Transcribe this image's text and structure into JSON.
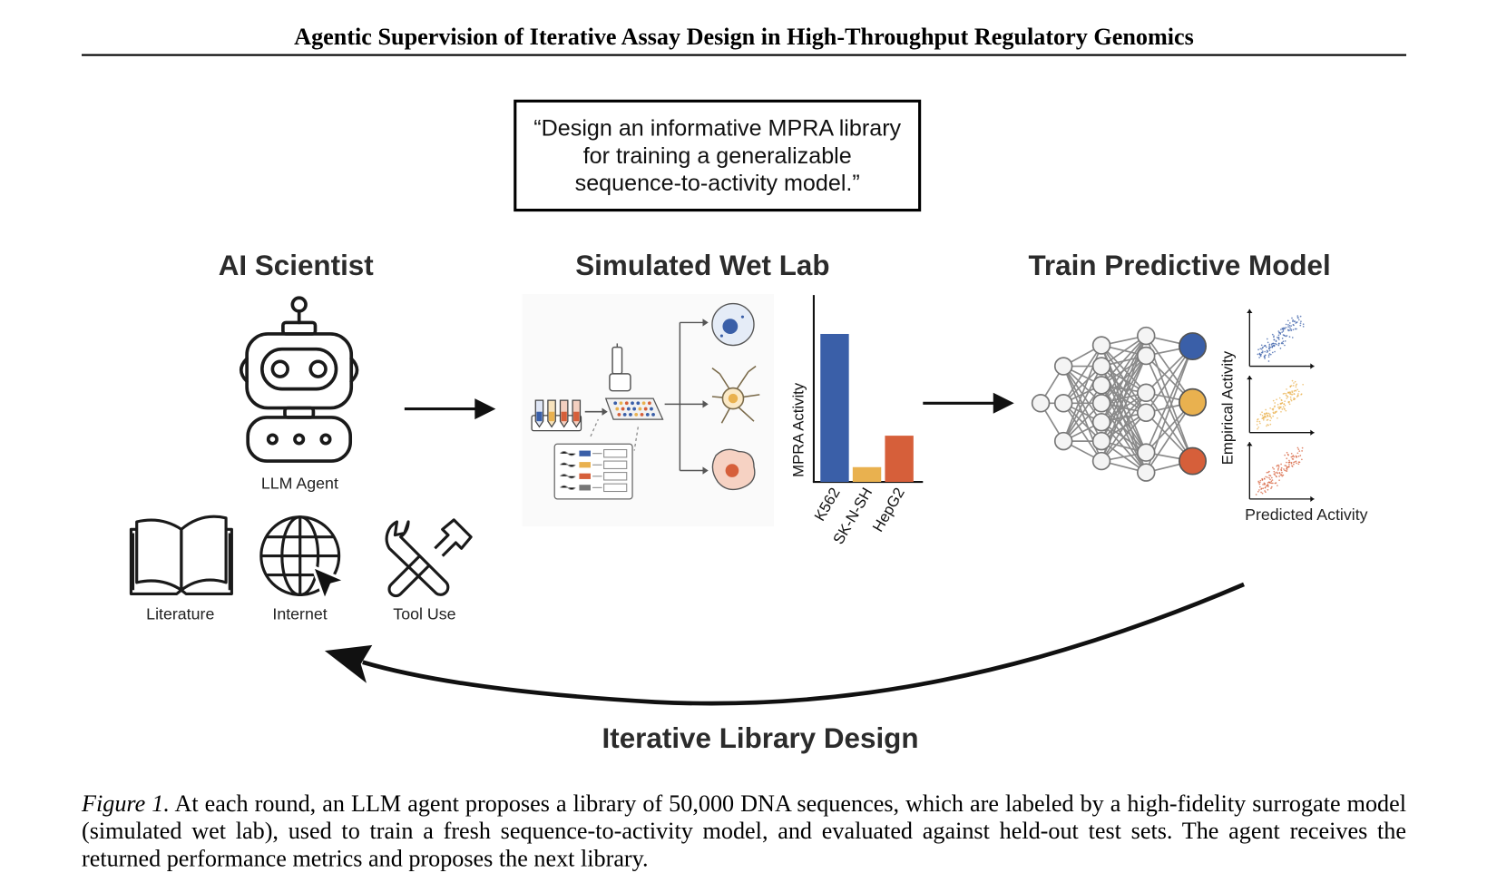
{
  "page": {
    "running_title": "Agentic Supervision of Iterative Assay Design in High-Throughput Regulatory Genomics"
  },
  "figure": {
    "prompt_quote": "“Design an informative MPRA library for training a generalizable sequence-to-activity model.”",
    "sections": {
      "ai_scientist": "AI Scientist",
      "wet_lab": "Simulated Wet Lab",
      "train_model": "Train Predictive Model"
    },
    "agent_label": "LLM Agent",
    "tools": [
      "Literature",
      "Internet",
      "Tool Use"
    ],
    "loop_label": "Iterative Library Design",
    "scatter_x_label": "Predicted Activity",
    "scatter_y_label": "Empirical Activity"
  },
  "colors": {
    "k562": "#3a5fa8",
    "sknsh": "#e9b14f",
    "hepg2": "#d65f3a"
  },
  "chart_data": {
    "type": "bar",
    "categories": [
      "K562",
      "SK-N-SH",
      "HepG2"
    ],
    "values": [
      0.8,
      0.08,
      0.25
    ],
    "ylabel": "MPRA Activity",
    "xlabel": "",
    "ylim": [
      0,
      1
    ],
    "colors": [
      "#3a5fa8",
      "#e9b14f",
      "#d65f3a"
    ]
  },
  "caption": {
    "label": "Figure 1.",
    "text": "At each round, an LLM agent proposes a library of 50,000 DNA sequences, which are labeled by a high-fidelity surrogate model (simulated wet lab), used to train a fresh sequence-to-activity model, and evaluated against held-out test sets. The agent receives the returned performance metrics and proposes the next library."
  }
}
